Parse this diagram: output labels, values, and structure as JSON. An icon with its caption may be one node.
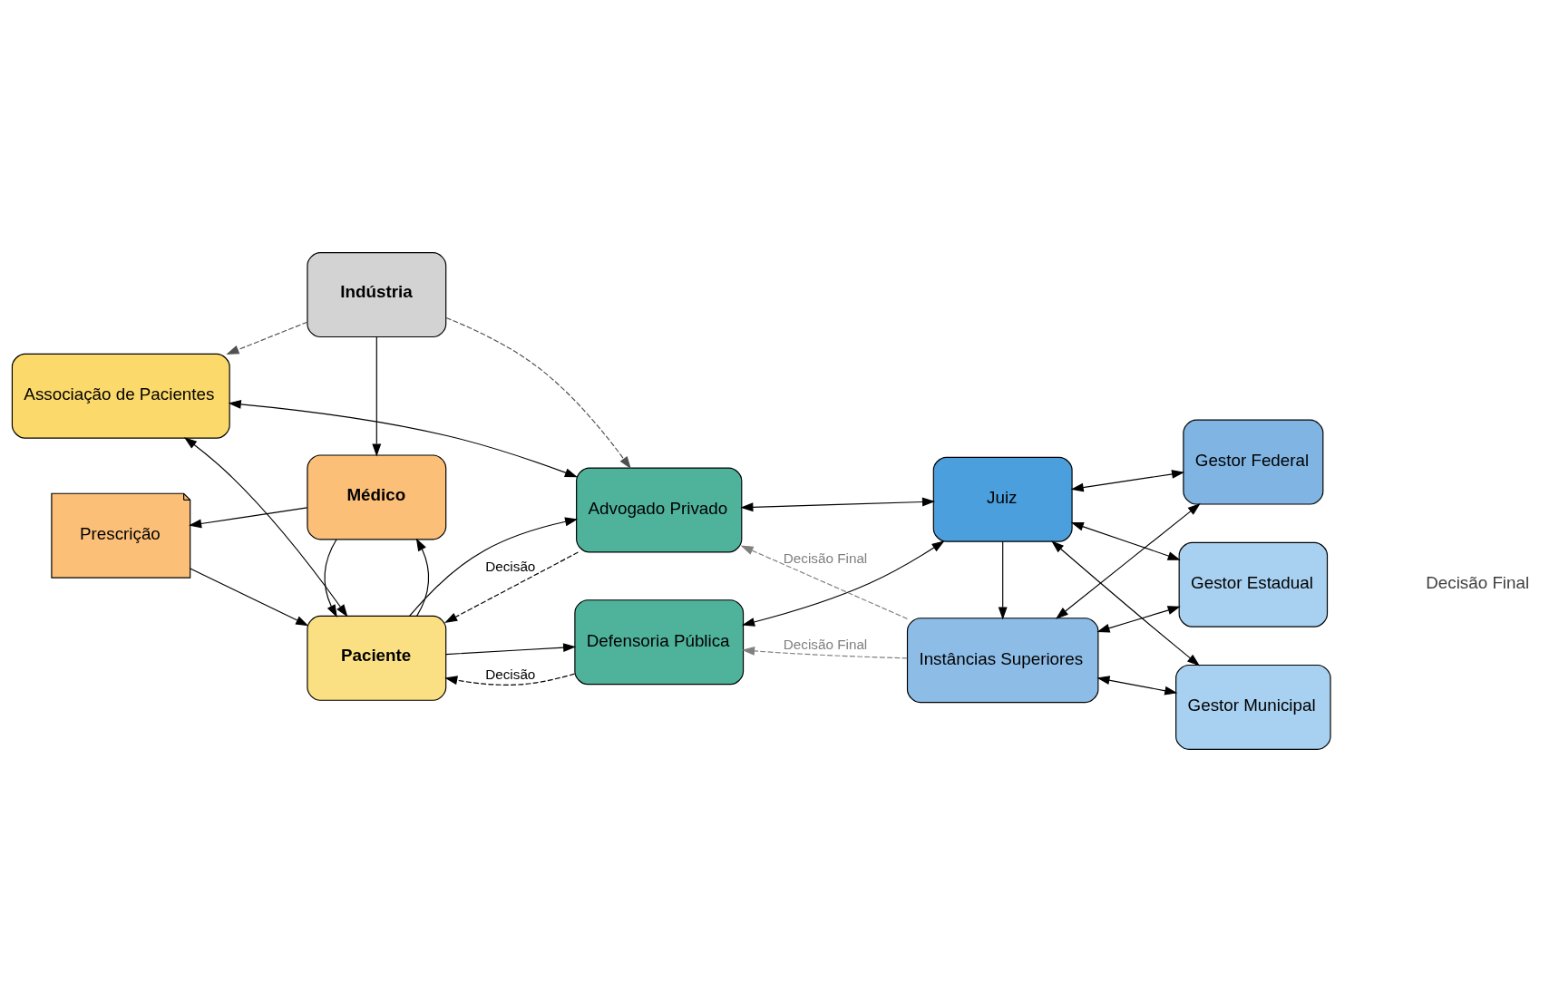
{
  "diagram": {
    "nodes": [
      {
        "text": [
          "Associação de Pacientes"
        ]
      },
      {
        "text": [
          "Paciente"
        ]
      },
      {
        "text": [
          "Prescrição"
        ]
      },
      {
        "text": [
          "Médico"
        ]
      },
      {
        "text": [
          "Indústria"
        ]
      },
      {
        "text": [
          "Advogado Privado"
        ]
      },
      {
        "text": [
          "Defensoria Pública"
        ]
      },
      {
        "text": [
          "Instâncias Superiores"
        ]
      },
      {
        "text": [
          "Gestor Federal"
        ]
      },
      {
        "text": [
          "Juiz"
        ]
      },
      {
        "text": [
          "Gestor Municipal"
        ]
      },
      {
        "text": [
          "Gestor Estadual"
        ]
      }
    ],
    "edges": [
      {
        "from": 5,
        "to": 0,
        "arrow": "both"
      },
      {
        "from": 0,
        "to": 1,
        "arrow": "both"
      },
      {
        "from": 5,
        "to": 1,
        "arrow": "to",
        "label": "Decisão",
        "style": "dashed"
      },
      {
        "from": 6,
        "to": 1,
        "arrow": "to",
        "label": "Decisão",
        "style": "dashed"
      },
      {
        "from": 1,
        "to": 5,
        "arrow": "to"
      },
      {
        "from": 1,
        "to": 6,
        "arrow": "to"
      },
      {
        "from": 1,
        "to": 3,
        "arrow": "to"
      },
      {
        "from": 3,
        "to": 1,
        "arrow": "to"
      },
      {
        "from": 2,
        "to": 1,
        "arrow": "to"
      },
      {
        "from": 3,
        "to": 2,
        "arrow": "to"
      },
      {
        "from": 4,
        "to": 3,
        "arrow": "to"
      },
      {
        "from": 4,
        "to": 0,
        "arrow": "to",
        "style": "dashed",
        "color": "#505050"
      },
      {
        "from": 4,
        "to": 5,
        "arrow": "to",
        "style": "dashed",
        "color": "#505050"
      },
      {
        "from": 7,
        "to": 5,
        "arrow": "to",
        "label": "Decisão Final",
        "style": "dashed",
        "color": "#808080"
      },
      {
        "from": 7,
        "to": 6,
        "arrow": "to",
        "label": "Decisão Final",
        "style": "dashed",
        "color": "#808080"
      },
      {
        "from": 5,
        "to": 9,
        "arrow": "both"
      },
      {
        "from": 6,
        "to": 9,
        "arrow": "both"
      },
      {
        "from": 9,
        "to": 7,
        "arrow": "to"
      },
      {
        "from": 7,
        "to": 8,
        "arrow": "both"
      },
      {
        "from": 9,
        "to": 8,
        "arrow": "both"
      },
      {
        "from": 9,
        "to": 10,
        "arrow": "both"
      },
      {
        "from": 9,
        "to": 11,
        "arrow": "both"
      },
      {
        "from": 7,
        "to": 10,
        "arrow": "both"
      },
      {
        "from": 7,
        "to": 11,
        "arrow": "both"
      }
    ],
    "labels": [
      "Decisão Final"
    ]
  }
}
